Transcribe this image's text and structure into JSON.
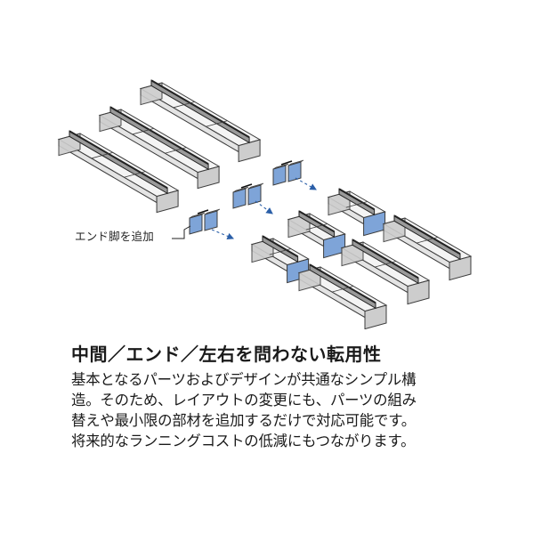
{
  "diagram": {
    "end_leg_label": "エンド脚を追加",
    "colors": {
      "desk_top": "#f4f4f4",
      "desk_side": "#cdcdcd",
      "desk_front": "#e4e4e4",
      "outline": "#3c3c3c",
      "divider": "#222222",
      "end_panel": "#7ea4d8",
      "arrow": "#2b5fa8"
    }
  },
  "caption": {
    "title": "中間／エンド／左右を問わない転用性",
    "lines": [
      "基本となるパーツおよびデザインが共通なシンプル構",
      "造。そのため、レイアウトの変更にも、パーツの組み",
      "替えや最小限の部材を追加するだけで対応可能です。",
      "将来的なランニングコストの低減にもつながります。"
    ]
  }
}
